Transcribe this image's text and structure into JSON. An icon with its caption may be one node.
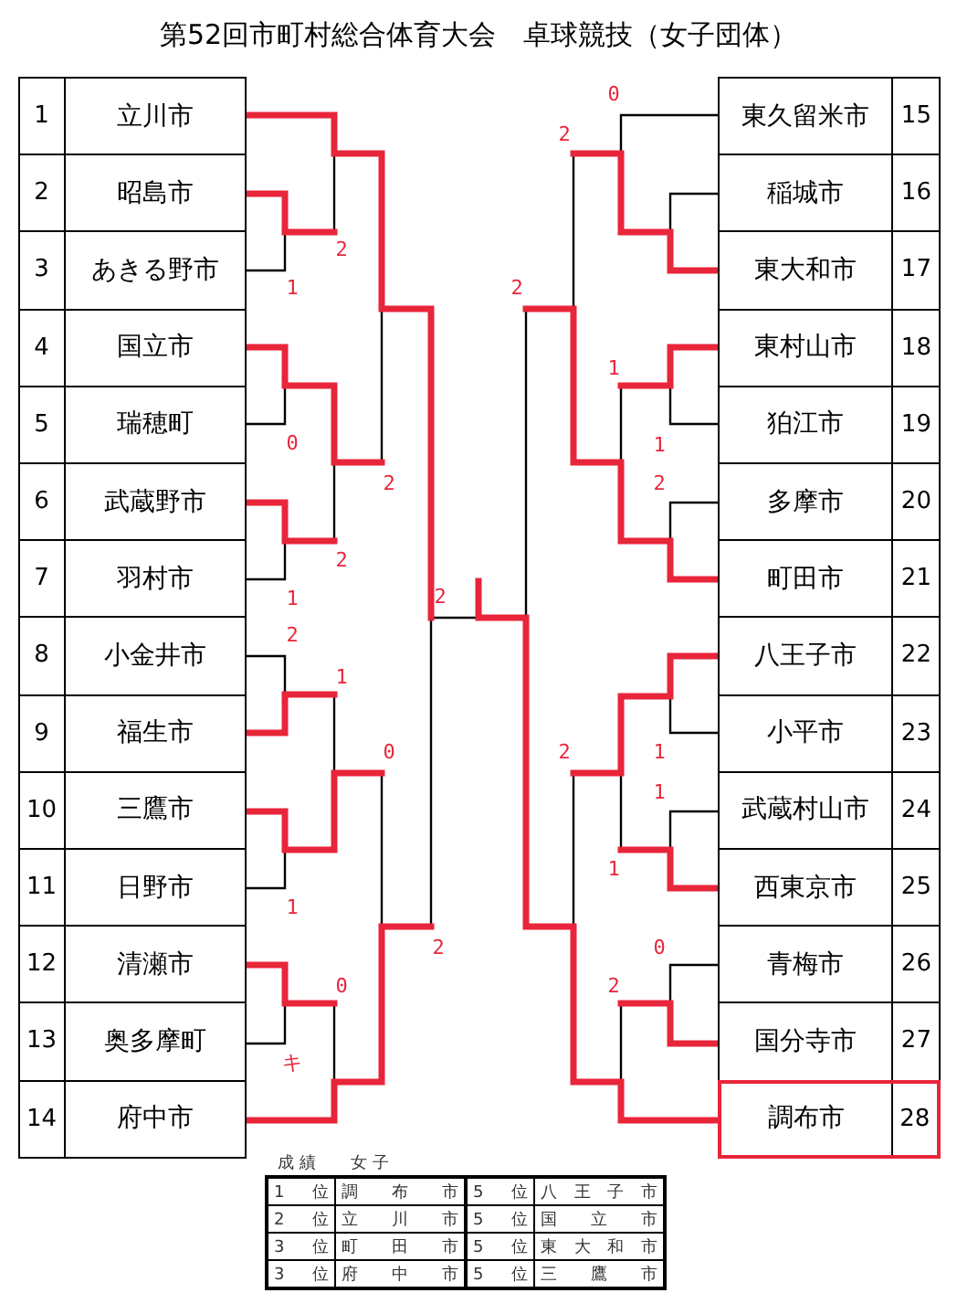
{
  "diagram": {
    "title": "第52回市町村総合体育大会　卓球競技（女子団体）",
    "nodes": [
      {
        "text": [
          "1",
          "立川市"
        ]
      },
      {
        "text": [
          "2",
          "昭島市"
        ]
      },
      {
        "text": [
          "3",
          "あきる野市"
        ]
      },
      {
        "text": [
          "4",
          "国立市"
        ]
      },
      {
        "text": [
          "5",
          "瑞穂町"
        ]
      },
      {
        "text": [
          "6",
          "武蔵野市"
        ]
      },
      {
        "text": [
          "7",
          "羽村市"
        ]
      },
      {
        "text": [
          "8",
          "小金井市"
        ]
      },
      {
        "text": [
          "9",
          "福生市"
        ]
      },
      {
        "text": [
          "10",
          "三鷹市"
        ]
      },
      {
        "text": [
          "11",
          "日野市"
        ]
      },
      {
        "text": [
          "12",
          "清瀬市"
        ]
      },
      {
        "text": [
          "13",
          "奥多摩町"
        ]
      },
      {
        "text": [
          "14",
          "府中市"
        ]
      },
      {
        "text": [
          "東久留米市",
          "15"
        ]
      },
      {
        "text": [
          "稲城市",
          "16"
        ]
      },
      {
        "text": [
          "東大和市",
          "17"
        ]
      },
      {
        "text": [
          "東村山市",
          "18"
        ]
      },
      {
        "text": [
          "狛江市",
          "19"
        ]
      },
      {
        "text": [
          "多摩市",
          "20"
        ]
      },
      {
        "text": [
          "町田市",
          "21"
        ]
      },
      {
        "text": [
          "八王子市",
          "22"
        ]
      },
      {
        "text": [
          "小平市",
          "23"
        ]
      },
      {
        "text": [
          "武蔵村山市",
          "24"
        ]
      },
      {
        "text": [
          "西東京市",
          "25"
        ]
      },
      {
        "text": [
          "青梅市",
          "26"
        ]
      },
      {
        "text": [
          "国分寺市",
          "27"
        ]
      },
      {
        "text": [
          "調布市",
          "28"
        ]
      }
    ],
    "labels": [
      "0",
      "2",
      "2",
      "1",
      "2",
      "1",
      "0",
      "1",
      "2",
      "2",
      "2",
      "1",
      "2",
      "2",
      "1",
      "0",
      "2",
      "1",
      "1",
      "1",
      "1",
      "2",
      "0",
      "0",
      "2",
      "キ",
      "成績 女子",
      "1位",
      "調布市",
      "5位",
      "八王子市",
      "2位",
      "立川市",
      "5位",
      "国立市",
      "3位",
      "町田市",
      "5位",
      "東大和市",
      "3位",
      "府中市",
      "5位",
      "三鷹市"
    ]
  }
}
